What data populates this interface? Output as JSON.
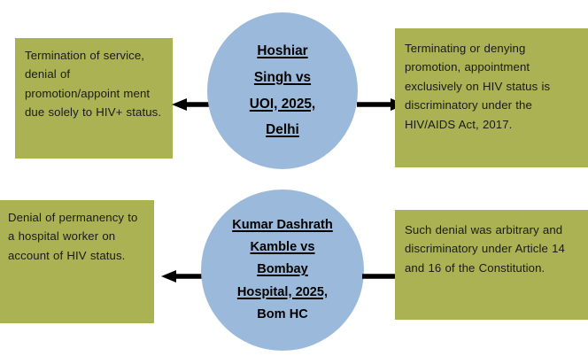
{
  "diagram": {
    "title": "HIV status employment discrimination case law flow diagram",
    "colors": {
      "box_fill": "#abb254",
      "circle_fill": "#9bbadb",
      "arrow": "#000000",
      "background": "#ffffff",
      "text": "#1a1a1a"
    },
    "rows": [
      {
        "id": "row-hoshiar-singh",
        "fact": {
          "name": "facts-box",
          "text": "Termination of service, denial of promotion/appoint ment due solely to HIV+ status."
        },
        "case": {
          "name": "case-node",
          "lines": [
            {
              "text": "Hoshiar",
              "underline": true
            },
            {
              "text": "Singh vs",
              "underline": true
            },
            {
              "text": "UOI, 2025,",
              "underline": true
            },
            {
              "text": "Delhi",
              "underline": true
            }
          ]
        },
        "holding": {
          "name": "holding-box",
          "text": "Terminating or denying promotion, appointment exclusively on HIV status is discriminatory under the HIV/AIDS Act, 2017."
        },
        "arrow_left": {
          "name": "arrow-left",
          "direction": "left"
        },
        "arrow_right": {
          "name": "arrow-right",
          "direction": "right"
        }
      },
      {
        "id": "row-kumar-dashrath-kamble",
        "fact": {
          "name": "facts-box",
          "text": "Denial of permanency to a hospital worker on account of HIV status."
        },
        "case": {
          "name": "case-node",
          "lines": [
            {
              "text": "Kumar Dashrath",
              "underline": true
            },
            {
              "text": "Kamble vs",
              "underline": true
            },
            {
              "text": "Bombay",
              "underline": true
            },
            {
              "text": "Hospital, 2025,",
              "underline": true
            },
            {
              "text": "Bom HC",
              "underline": false
            }
          ]
        },
        "holding": {
          "name": "holding-box",
          "text": "Such denial was arbitrary and discriminatory under Article 14 and 16 of the Constitution."
        },
        "arrow_left": {
          "name": "arrow-left",
          "direction": "left"
        },
        "arrow_right": {
          "name": "arrow-right",
          "direction": "right"
        }
      }
    ]
  }
}
